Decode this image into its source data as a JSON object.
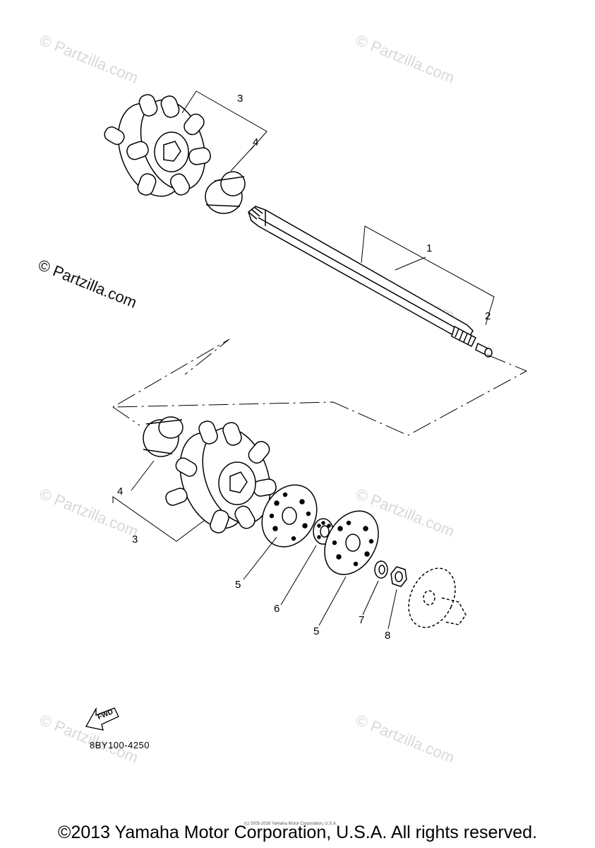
{
  "watermarks": {
    "text": "© Partzilla.com",
    "bold_text": "© Partzilla.com"
  },
  "callouts": [
    "1",
    "2",
    "3",
    "3",
    "4",
    "4",
    "5",
    "5",
    "6",
    "7",
    "8"
  ],
  "fwd_label": "FWD",
  "diagram_code": "8BY100-4250",
  "tiny_copyright": "(c) 2005-2016 Yamaha Motor Corporation, U.S.A.",
  "footer_copyright": "©2013 Yamaha Motor Corporation, U.S.A. All rights reserved.",
  "colors": {
    "line": "#000000",
    "watermark": "#d8d8d8",
    "background": "#ffffff"
  }
}
